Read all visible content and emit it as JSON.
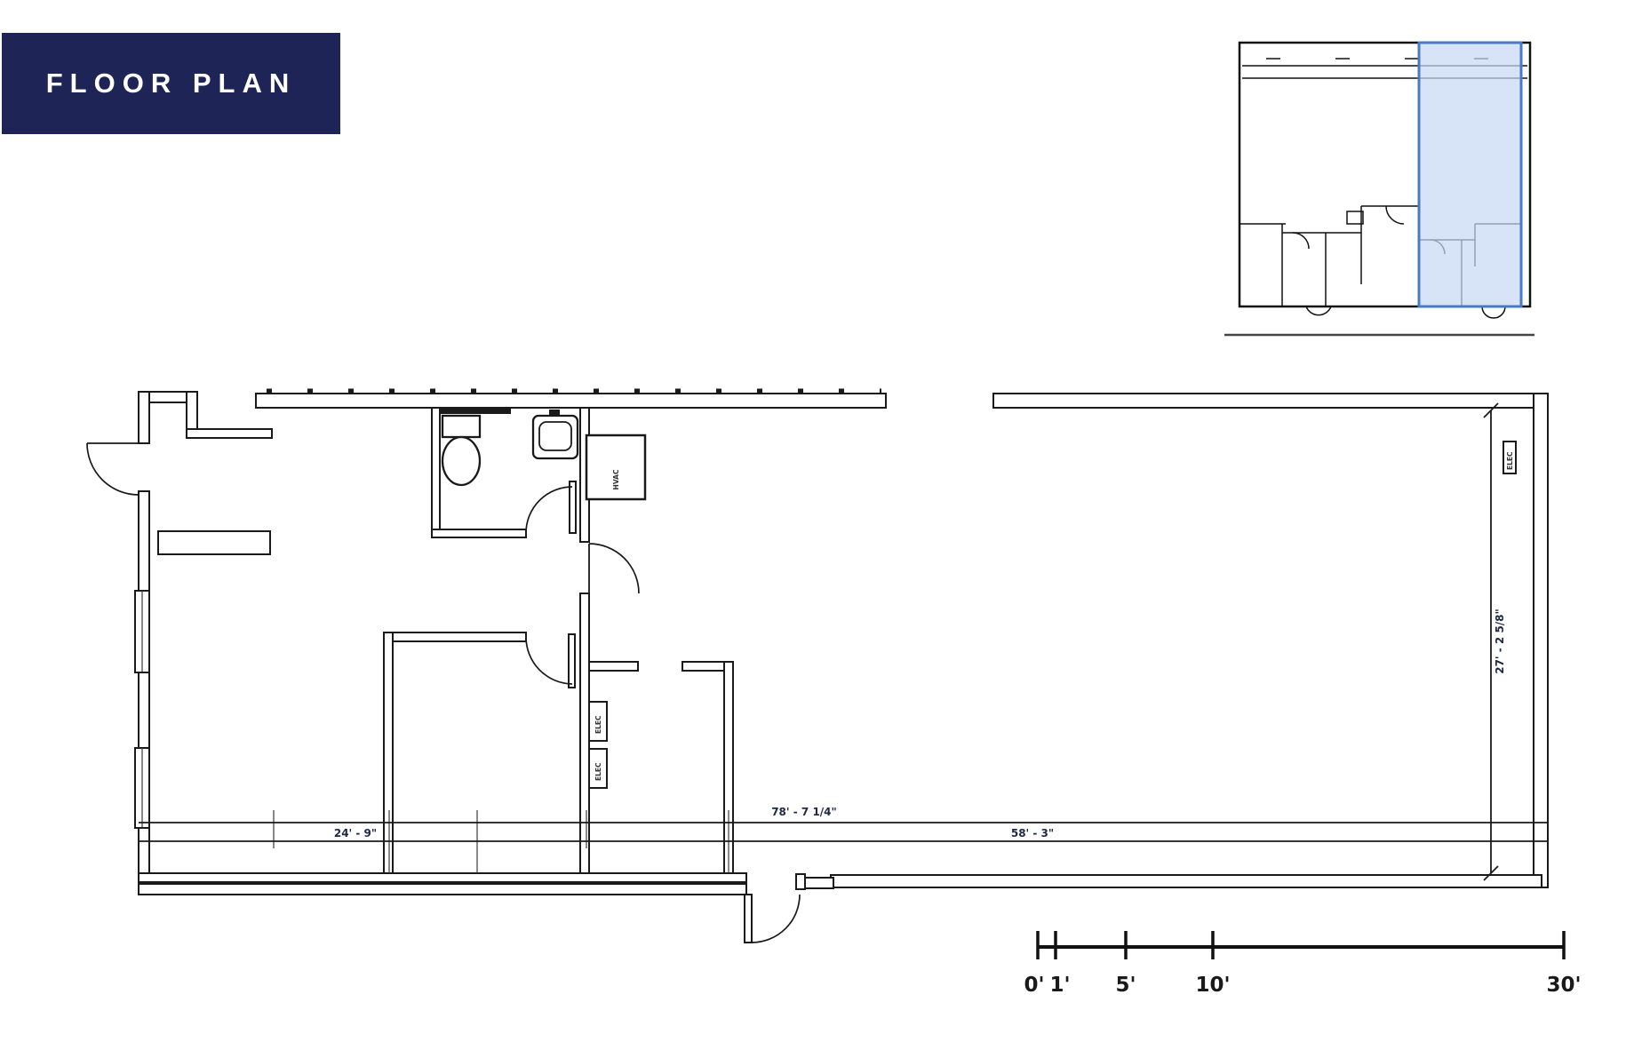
{
  "title": {
    "text": "FLOOR PLAN",
    "bg_color": "#1e2455",
    "fg_color": "#ffffff"
  },
  "overview": {
    "highlight_fill": "#c8d8f4",
    "highlight_border": "#4a7ac7",
    "description": "key-plan with right unit highlighted"
  },
  "plan": {
    "wall_color": "#1a1a1a",
    "dim_text_color": "#1d2844",
    "dimensions": {
      "overall_width": "78' - 7 1/4\"",
      "left_section_width": "24' - 9\"",
      "right_section_width": "58' - 3\"",
      "right_section_height": "27' - 2 5/8\""
    },
    "labels": {
      "hvac": "HVAC",
      "elec_corridor_top": "ELEC",
      "elec_corridor_bottom": "ELEC",
      "elec_right_wall": "ELEC"
    }
  },
  "scale_bar": {
    "labels": [
      "0'",
      "1'",
      "5'",
      "10'",
      "30'"
    ]
  }
}
